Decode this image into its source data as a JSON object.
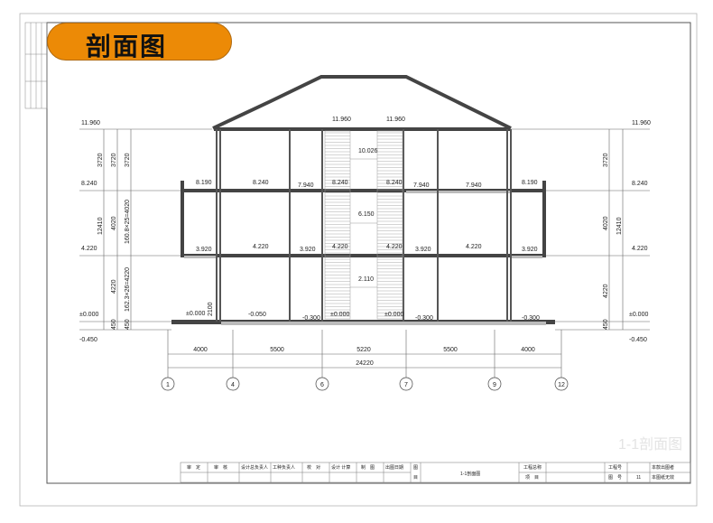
{
  "title": "剖面图",
  "watermark": "1-1剖面图",
  "levels_left": [
    "11.960",
    "8.240",
    "4.220",
    "±0.000",
    "-0.450"
  ],
  "levels_right": [
    "11.960",
    "8.240",
    "4.220",
    "±0.000",
    "-0.450"
  ],
  "dims_left_a": [
    "3720",
    "12410",
    "4220",
    "450"
  ],
  "dims_left_b": [
    "3720",
    "4020",
    "4220",
    "450"
  ],
  "dims_left_c": [
    "3720",
    "160.8×25=4020",
    "162.3×26=4220",
    "450"
  ],
  "dims_right_a": [
    "3720",
    "4020",
    "4220",
    "450"
  ],
  "dims_right_b": "12410",
  "floor3": [
    "8.190",
    "8.240",
    "7.940",
    "8.240",
    "8.240",
    "7.940",
    "7.940",
    "8.190"
  ],
  "floor2": [
    "3.920",
    "4.220",
    "3.920",
    "4.220",
    "4.220",
    "3.920",
    "4.220",
    "3.920"
  ],
  "floor1": [
    "±0.000",
    "-0.050",
    "-0.300",
    "±0.000",
    "±0.000",
    "-0.300",
    "-0.300"
  ],
  "roof_levels": [
    "11.960",
    "11.960"
  ],
  "stair_levels": [
    "10.026",
    "6.150",
    "2.110"
  ],
  "window_dim": "2100",
  "bay_dims": [
    "4000",
    "5500",
    "5220",
    "5500",
    "4000"
  ],
  "total_dim": "24220",
  "axes": [
    "1",
    "4",
    "6",
    "7",
    "9",
    "12"
  ],
  "title_block": {
    "cells": [
      "审　定",
      "审　核",
      "设计总负责人",
      "工种负责人",
      "校　对",
      "设计 计算",
      "制　图",
      "出图日期",
      "图",
      "目"
    ],
    "drawing_name": "1-1剖面图",
    "project_total": "工程总称",
    "project": "项　目",
    "project_no": "工程号",
    "drawing_no": "图　号",
    "drawing_no_value": "11",
    "note1": "本款出图者",
    "note2": "本图纸无效"
  }
}
